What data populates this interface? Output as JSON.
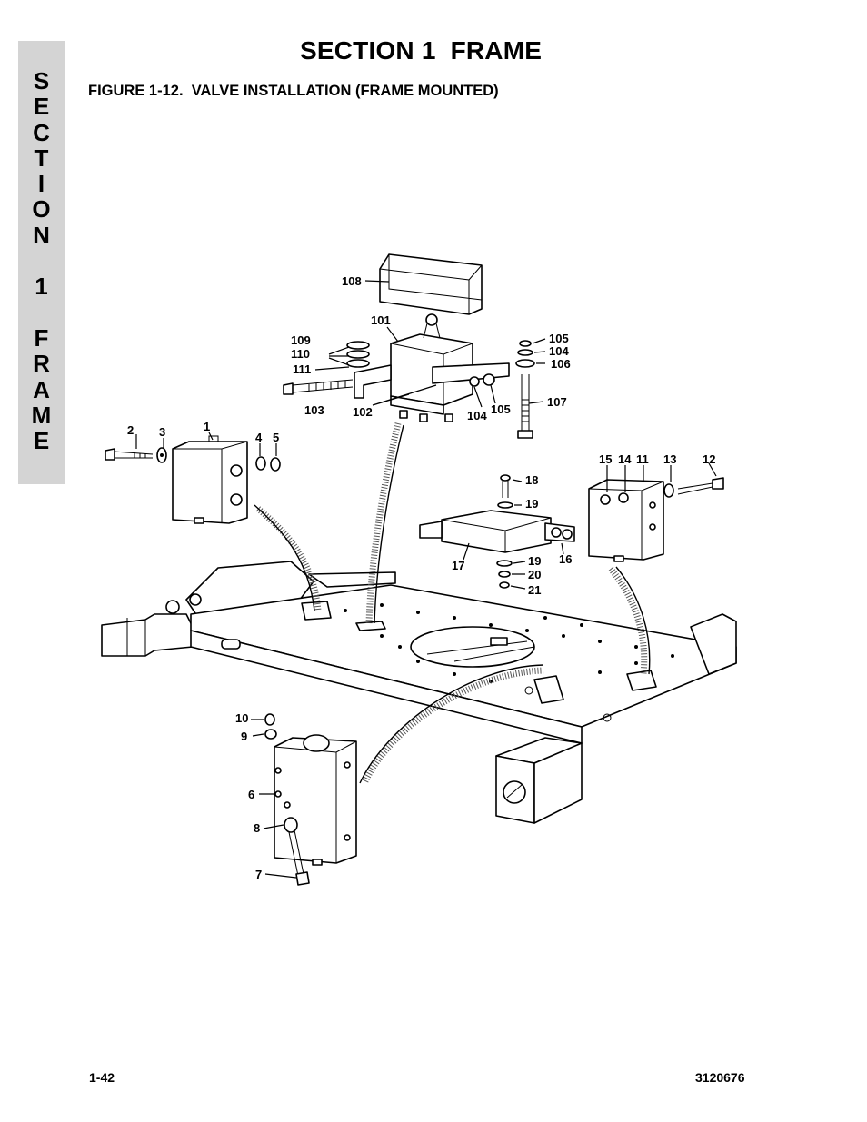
{
  "side_tab": {
    "letters": [
      "S",
      "E",
      "C",
      "T",
      "I",
      "O",
      "N",
      " ",
      "1",
      " ",
      "F",
      "R",
      "A",
      "M",
      "E"
    ]
  },
  "header": {
    "section_title": "SECTION 1  FRAME",
    "figure_title": "FIGURE 1-12.  VALVE INSTALLATION (FRAME MOUNTED)"
  },
  "callouts": {
    "c1": "1",
    "c2": "2",
    "c3": "3",
    "c4": "4",
    "c5": "5",
    "c6": "6",
    "c7": "7",
    "c8": "8",
    "c9": "9",
    "c10": "10",
    "c11": "11",
    "c12": "12",
    "c13": "13",
    "c14": "14",
    "c15": "15",
    "c16": "16",
    "c17": "17",
    "c18": "18",
    "c19a": "19",
    "c19b": "19",
    "c20": "20",
    "c21": "21",
    "c101": "101",
    "c102": "102",
    "c103": "103",
    "c104a": "104",
    "c104b": "104",
    "c105a": "105",
    "c105b": "105",
    "c106": "106",
    "c107": "107",
    "c108": "108",
    "c109": "109",
    "c110": "110",
    "c111": "111"
  },
  "footer": {
    "page_number": "1-42",
    "document_number": "3120676"
  }
}
